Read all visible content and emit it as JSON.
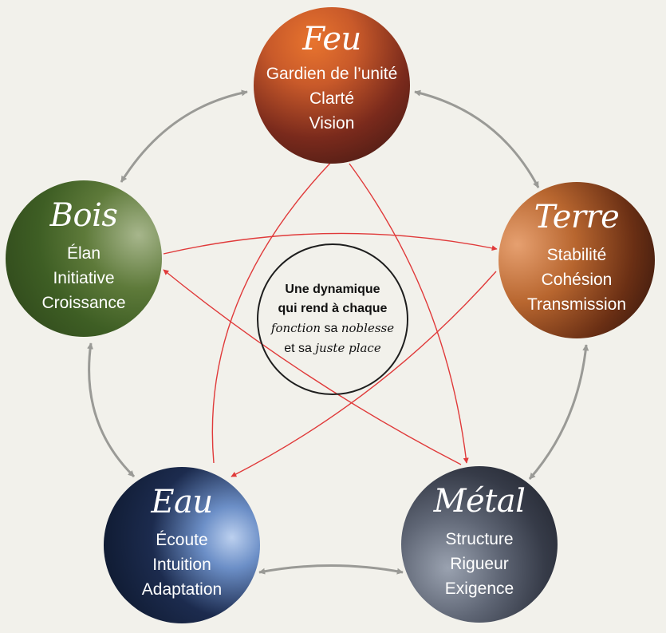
{
  "nodes": {
    "feu": {
      "name": "Feu",
      "traits": [
        "Gardien de l’unité",
        "Clarté",
        "Vision"
      ]
    },
    "terre": {
      "name": "Terre",
      "traits": [
        "Stabilité",
        "Cohésion",
        "Transmission"
      ]
    },
    "bois": {
      "name": "Bois",
      "traits": [
        "Élan",
        "Initiative",
        "Croissance"
      ]
    },
    "eau": {
      "name": "Eau",
      "traits": [
        "Écoute",
        "Intuition",
        "Adaptation"
      ]
    },
    "metal": {
      "name": "Métal",
      "traits": [
        "Structure",
        "Rigueur",
        "Exigence"
      ]
    }
  },
  "center": {
    "line1": "Une dynamique",
    "line2": "qui rend à chaque",
    "line3_ital": "fonction",
    "line3_rest": " sa ",
    "line3_ital2": "noblesse",
    "line4_pre": "et sa ",
    "line4_ital": "juste place"
  },
  "corner_mark": "\"",
  "colors": {
    "cycle_arrow": "#9a9a96",
    "control_arrow": "#e03a3a",
    "background": "#f2f1eb"
  }
}
